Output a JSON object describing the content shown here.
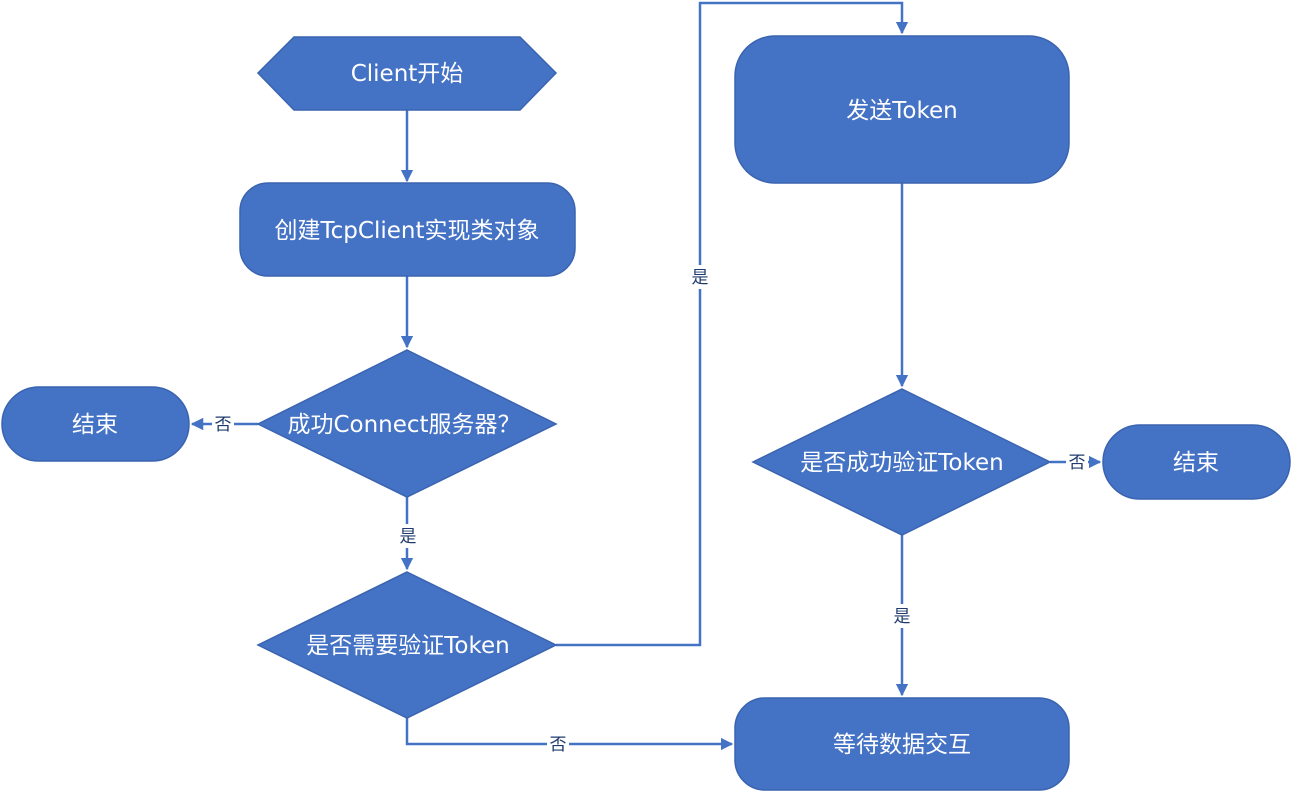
{
  "colors": {
    "node_fill": "#4472C4",
    "edge": "#4472C4",
    "node_text": "#ffffff"
  },
  "nodes": {
    "start": "Client开始",
    "create": "创建TcpClient实现类对象",
    "connect": "成功Connect服务器？",
    "end_left": "结束",
    "need_token": "是否需要验证Token",
    "send_token": "发送Token",
    "verify_token": "是否成功验证Token",
    "end_right": "结束",
    "wait": "等待数据交互"
  },
  "edge_labels": {
    "connect_no": "否",
    "connect_yes": "是",
    "need_token_yes": "是",
    "need_token_no": "否",
    "verify_no": "否",
    "verify_yes": "是"
  }
}
